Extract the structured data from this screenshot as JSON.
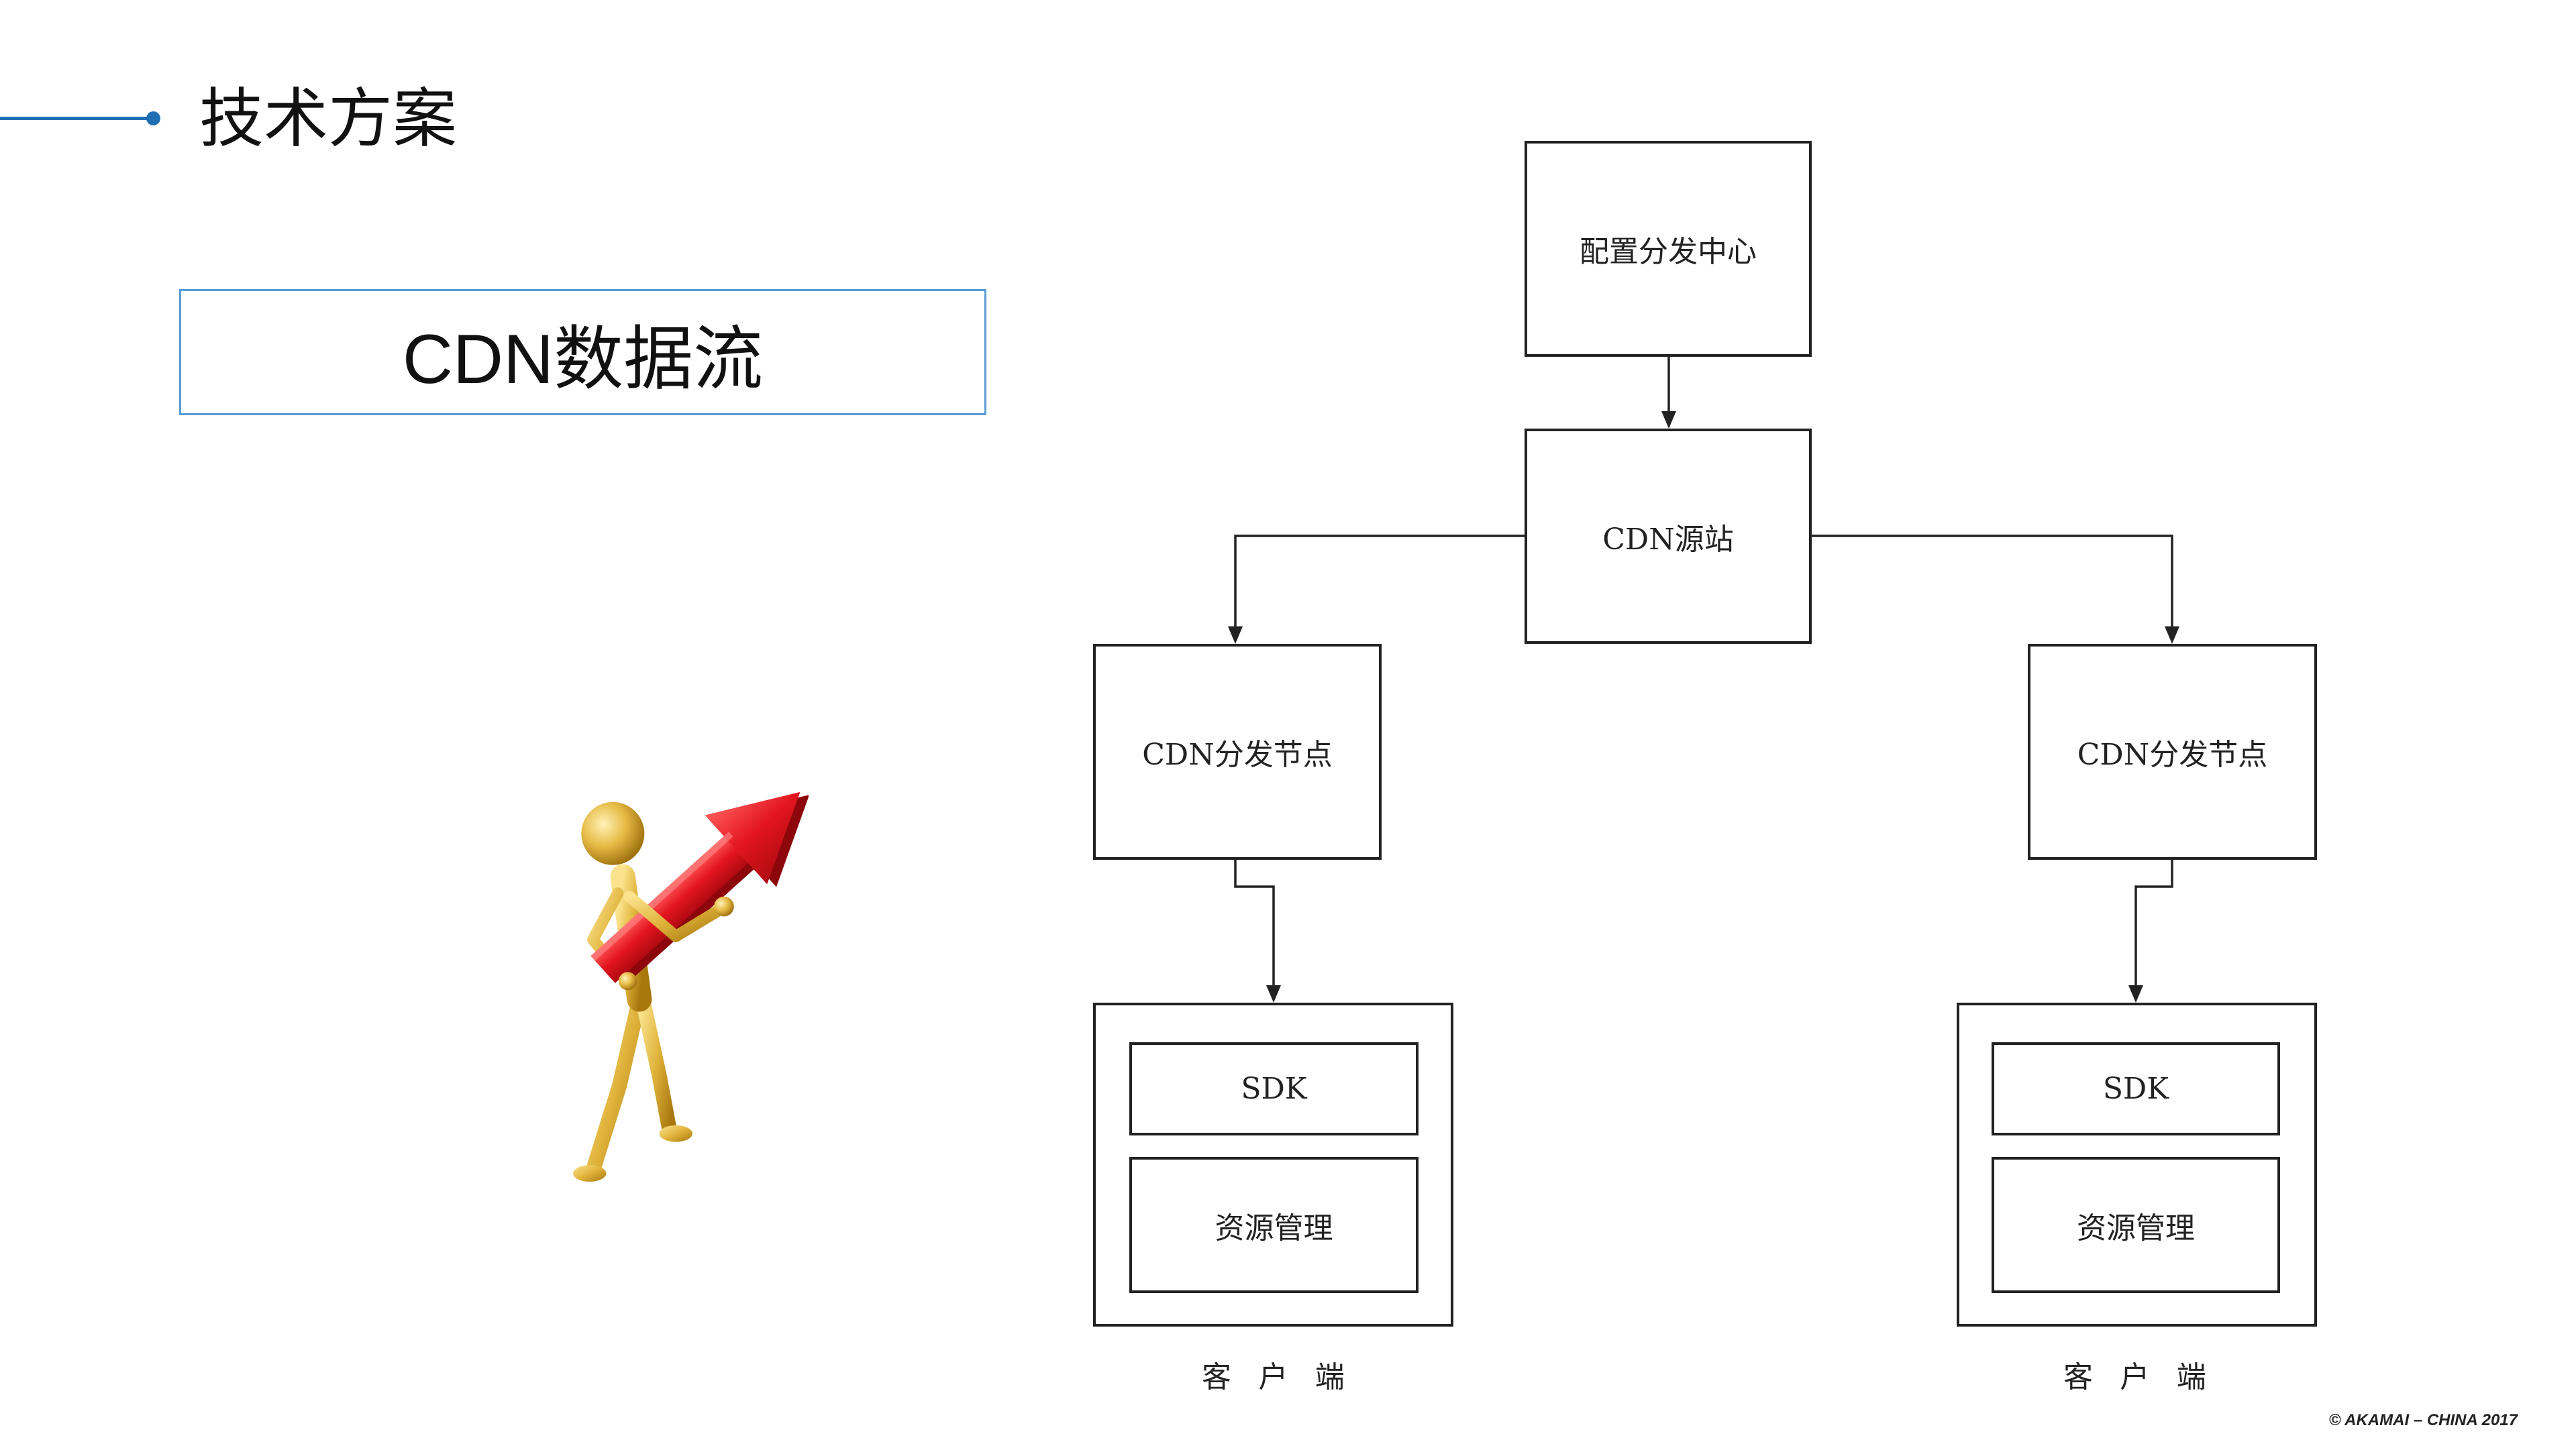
{
  "header": {
    "title": "技术方案",
    "accent_color": "#1f6fb5"
  },
  "section_box": {
    "label": "CDN数据流",
    "border_color": "#5b9bd5"
  },
  "illustration": {
    "icon": "gold-figure-carrying-red-arrow-icon"
  },
  "diagram": {
    "config_center": "配置分发中心",
    "origin": "CDN源站",
    "nodes": [
      {
        "label": "CDN分发节点"
      },
      {
        "label": "CDN分发节点"
      }
    ],
    "clients": [
      {
        "sdk": "SDK",
        "resource": "资源管理",
        "label": "客 户 端"
      },
      {
        "sdk": "SDK",
        "resource": "资源管理",
        "label": "客 户 端"
      }
    ]
  },
  "footer": {
    "copyright": "© AKAMAI – CHINA 2017"
  }
}
